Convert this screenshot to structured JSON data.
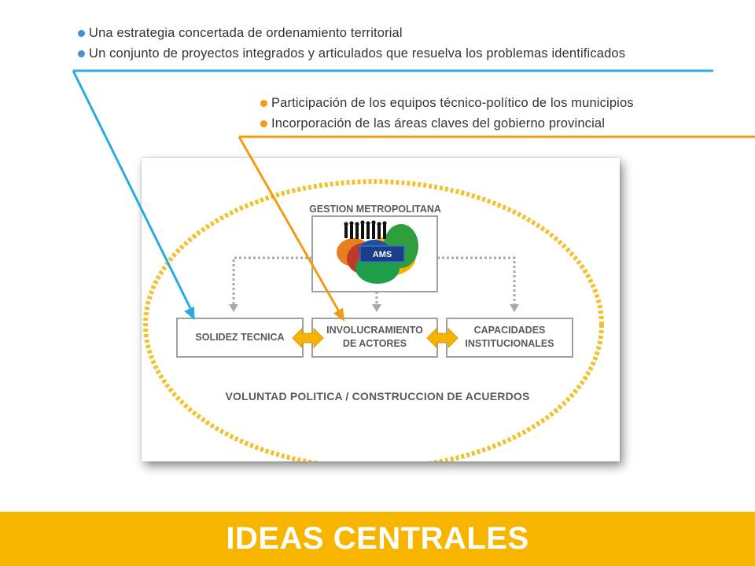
{
  "top_bullets": [
    "Una estrategia concertada de ordenamiento territorial",
    "Un conjunto de proyectos integrados y articulados que resuelva los problemas identificados"
  ],
  "middle_bullets": [
    "Participación de los equipos técnico-político de los municipios",
    "Incorporación de las áreas claves del gobierno provincial"
  ],
  "diagram": {
    "top_box_title": "GESTION METROPOLITANA",
    "logo_text": "AMS",
    "box_left": "SOLIDEZ TECNICA",
    "box_center_line1": "INVOLUCRAMIENTO",
    "box_center_line2": "DE ACTORES",
    "box_right_line1": "CAPACIDADES",
    "box_right_line2": "INSTITUCIONALES",
    "ellipse_caption": "VOLUNTAD POLITICA / CONSTRUCCION DE ACUERDOS"
  },
  "footer": {
    "title": "IDEAS CENTRALES"
  },
  "colors": {
    "blue": "#29abe2",
    "orange": "#f39c12",
    "gold": "#f7b500",
    "ellipse": "#f2c12e",
    "box_border": "#a0a0a0"
  }
}
